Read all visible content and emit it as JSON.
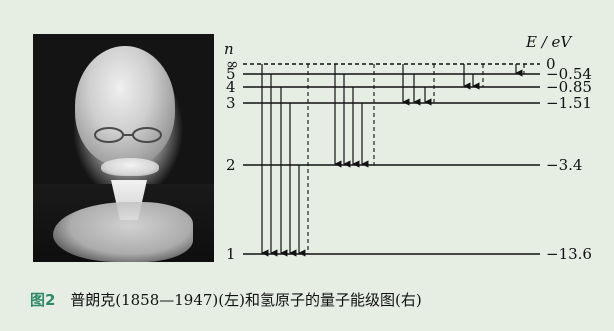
{
  "figure": {
    "axis_n_label": "n",
    "axis_e_label": "E / eV",
    "levels": [
      {
        "n": "∞",
        "energy": "0",
        "dashed": true
      },
      {
        "n": "5",
        "energy": "−0.54",
        "dashed": false
      },
      {
        "n": "4",
        "energy": "−0.85",
        "dashed": false
      },
      {
        "n": "3",
        "energy": "−1.51",
        "dashed": false
      },
      {
        "n": "2",
        "energy": "−3.4",
        "dashed": false
      },
      {
        "n": "1",
        "energy": "−13.6",
        "dashed": false
      }
    ],
    "series_groups": [
      {
        "final_n": "1",
        "from_n": [
          "∞",
          "5",
          "4",
          "3",
          "2"
        ]
      },
      {
        "final_n": "2",
        "from_n": [
          "∞",
          "5",
          "4",
          "3"
        ]
      },
      {
        "final_n": "3",
        "from_n": [
          "∞",
          "5",
          "4"
        ]
      },
      {
        "final_n": "4",
        "from_n": [
          "∞",
          "5"
        ]
      },
      {
        "final_n": "5",
        "from_n": [
          "∞"
        ]
      }
    ],
    "caption_number": "图2",
    "caption_text": "普朗克(1858—1947)(左)和氢原子的量子能级图(右)"
  },
  "colors": {
    "background": "#e6eee4",
    "caption_accent": "#2f8a6a",
    "lines": "#111111"
  },
  "icons": {
    "photo": "portrait-photo"
  }
}
